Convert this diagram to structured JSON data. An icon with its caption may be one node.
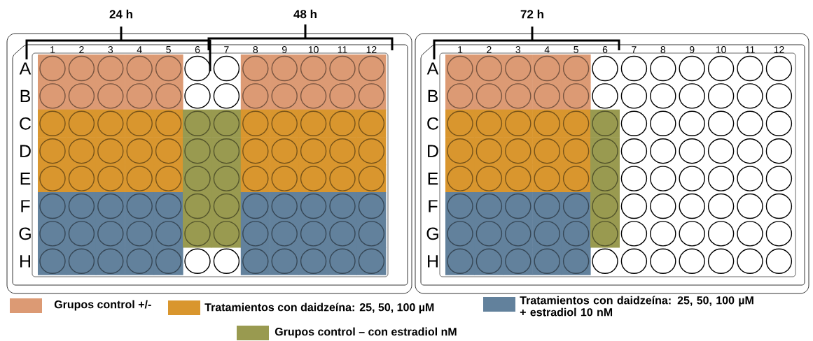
{
  "diagram": {
    "labels": [
      "24 h",
      "48 h",
      "72 h",
      "1",
      "2",
      "3",
      "4",
      "5",
      "6",
      "7",
      "8",
      "9",
      "10",
      "11",
      "12",
      "1",
      "2",
      "3",
      "4",
      "5",
      "6",
      "7",
      "8",
      "9",
      "10",
      "11",
      "12",
      "A",
      "B",
      "C",
      "D",
      "E",
      "F",
      "G",
      "H",
      "A",
      "B",
      "C",
      "D",
      "E",
      "F",
      "G",
      "H"
    ],
    "legend": [
      {
        "text": "Grupos control +/-",
        "color": "#dc9a74"
      },
      {
        "text": "Tratamientos con daidzeína: 25, 50, 100 µM",
        "color": "#d9962e"
      },
      {
        "text": "Tratamientos con daidzeína: 25, 50, 100 µM + estradiol 10 nM",
        "color": "#62819c"
      },
      {
        "text": "Grupos control – con estradiol nM",
        "color": "#999a50"
      }
    ]
  }
}
